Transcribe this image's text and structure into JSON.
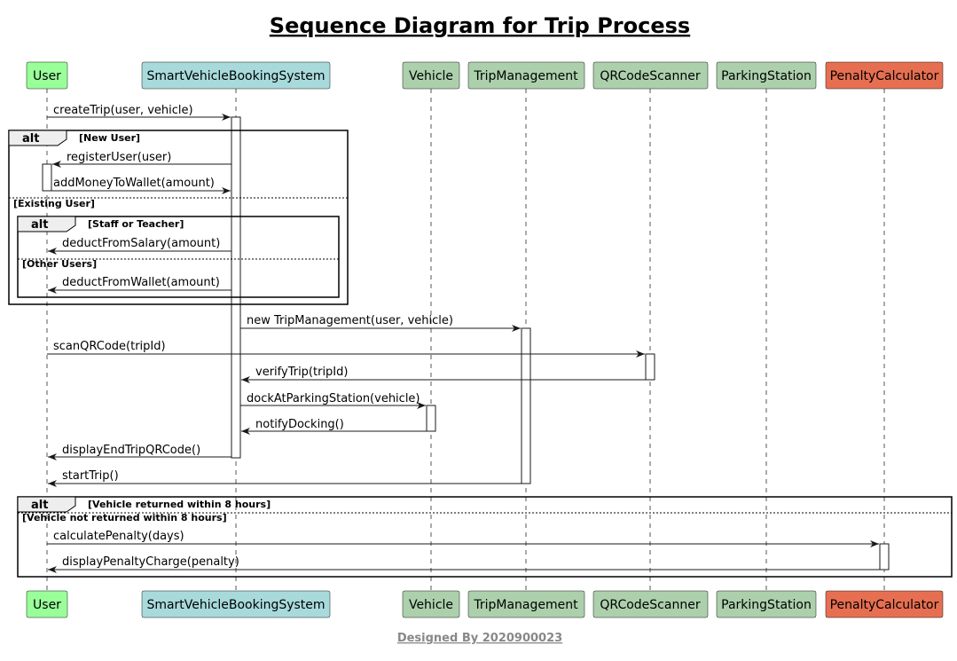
{
  "title": "Sequence Diagram for Trip Process",
  "footer": "Designed By 2020900023",
  "participants": [
    {
      "id": "user",
      "name": "User",
      "color": "#99ff99"
    },
    {
      "id": "svbs",
      "name": "SmartVehicleBookingSystem",
      "color": "#a8dadc"
    },
    {
      "id": "vehicle",
      "name": "Vehicle",
      "color": "#acd0ac"
    },
    {
      "id": "trip",
      "name": "TripManagement",
      "color": "#acd0ac"
    },
    {
      "id": "qr",
      "name": "QRCodeScanner",
      "color": "#acd0ac"
    },
    {
      "id": "parking",
      "name": "ParkingStation",
      "color": "#acd0ac"
    },
    {
      "id": "penalty",
      "name": "PenaltyCalculator",
      "color": "#e76f51"
    }
  ],
  "messages": [
    {
      "label": "createTrip(user, vehicle)"
    },
    {
      "label": "registerUser(user)"
    },
    {
      "label": "addMoneyToWallet(amount)"
    },
    {
      "label": "deductFromSalary(amount)"
    },
    {
      "label": "deductFromWallet(amount)"
    },
    {
      "label": "new TripManagement(user, vehicle)"
    },
    {
      "label": "scanQRCode(tripId)"
    },
    {
      "label": "verifyTrip(tripId)"
    },
    {
      "label": "dockAtParkingStation(vehicle)"
    },
    {
      "label": "notifyDocking()"
    },
    {
      "label": "displayEndTripQRCode()"
    },
    {
      "label": "startTrip()"
    },
    {
      "label": "calculatePenalty(days)"
    },
    {
      "label": "displayPenaltyCharge(penalty)"
    }
  ],
  "fragments": [
    {
      "keyword": "alt",
      "guard": "[New User]",
      "else_guard": "[Existing User]"
    },
    {
      "keyword": "alt",
      "guard": "[Staff or Teacher]",
      "else_guard": "[Other Users]"
    },
    {
      "keyword": "alt",
      "guard": "[Vehicle returned within 8 hours]",
      "else_guard": "[Vehicle not returned within 8 hours]"
    }
  ]
}
